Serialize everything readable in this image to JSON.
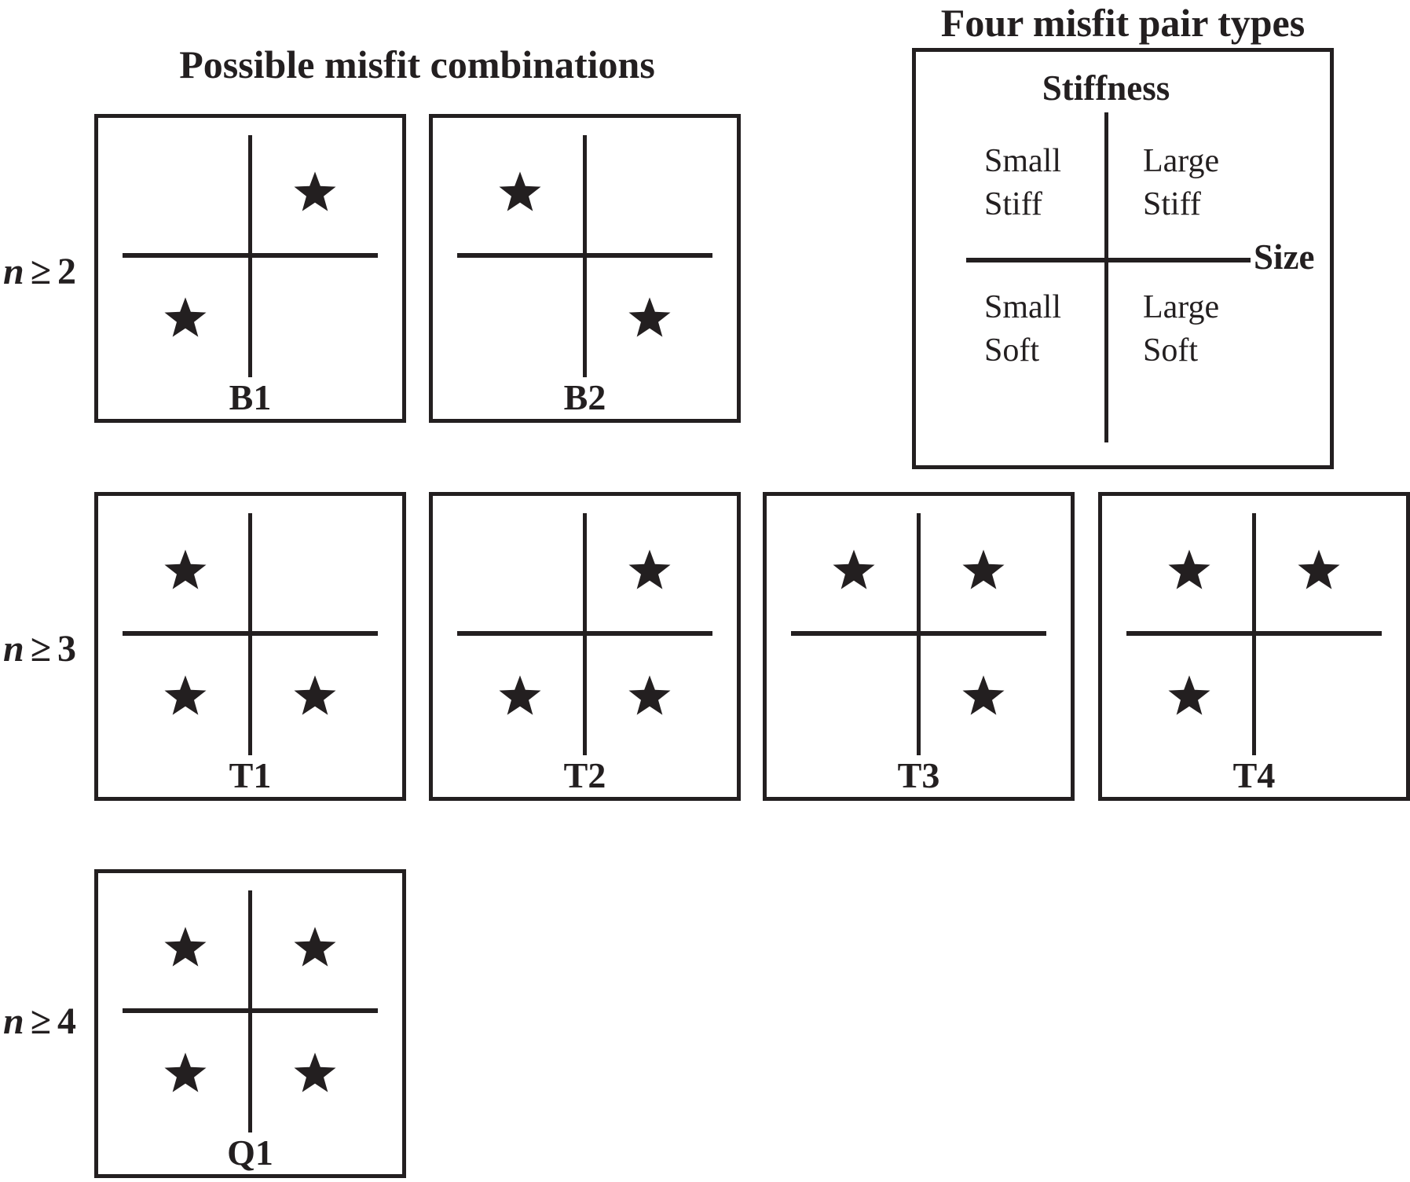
{
  "colors": {
    "ink": "#231f20",
    "background": "#ffffff"
  },
  "titles": {
    "combinations": "Possible misfit combinations",
    "pair_types": "Four misfit pair types"
  },
  "row_labels": [
    {
      "variable": "n",
      "relation": "≥",
      "value": "2"
    },
    {
      "variable": "n",
      "relation": "≥",
      "value": "3"
    },
    {
      "variable": "n",
      "relation": "≥",
      "value": "4"
    }
  ],
  "legend": {
    "y_axis_label": "Stiffness",
    "x_axis_label": "Size",
    "quadrants": {
      "upper_left": {
        "line1": "Small",
        "line2": "Stiff"
      },
      "upper_right": {
        "line1": "Large",
        "line2": "Stiff"
      },
      "lower_left": {
        "line1": "Small",
        "line2": "Soft"
      },
      "lower_right": {
        "line1": "Large",
        "line2": "Soft"
      }
    }
  },
  "star_icon": "filled-five-point-star",
  "panels": [
    {
      "label": "B1",
      "group": "n ≥ 2",
      "stars": [
        "UR",
        "LL"
      ]
    },
    {
      "label": "B2",
      "group": "n ≥ 2",
      "stars": [
        "UL",
        "LR"
      ]
    },
    {
      "label": "T1",
      "group": "n ≥ 3",
      "stars": [
        "UL",
        "LL",
        "LR"
      ]
    },
    {
      "label": "T2",
      "group": "n ≥ 3",
      "stars": [
        "UR",
        "LL",
        "LR"
      ]
    },
    {
      "label": "T3",
      "group": "n ≥ 3",
      "stars": [
        "UL",
        "UR",
        "LR"
      ]
    },
    {
      "label": "T4",
      "group": "n ≥ 3",
      "stars": [
        "UL",
        "UR",
        "LL"
      ]
    },
    {
      "label": "Q1",
      "group": "n ≥ 4",
      "stars": [
        "UL",
        "UR",
        "LL",
        "LR"
      ]
    }
  ]
}
